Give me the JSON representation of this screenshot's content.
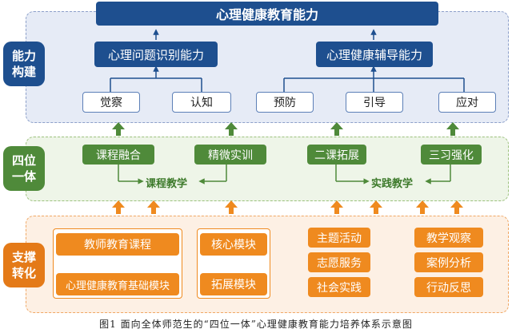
{
  "side_labels": {
    "ability_building": "能力\n构建",
    "four_in_one": "四位\n一体",
    "support_transform": "支撑\n转化"
  },
  "top": {
    "title": "心理健康教育能力",
    "mid_left": "心理问题识别能力",
    "mid_right": "心理健康辅导能力",
    "leaves": [
      "觉察",
      "认知",
      "预防",
      "引导",
      "应对"
    ]
  },
  "middle": {
    "boxes": [
      "课程融合",
      "精微实训",
      "二课拓展",
      "三习强化"
    ],
    "group_left": "课程教学",
    "group_right": "实践教学"
  },
  "bottom": {
    "teacher_course": "教师教育课程",
    "basic_module": "心理健康教育基础模块",
    "core_module": "核心模块",
    "extension_module": "拓展模块",
    "practice": [
      "主题活动",
      "志愿服务",
      "社会实践"
    ],
    "reflection": [
      "教学观察",
      "案例分析",
      "行动反思"
    ]
  },
  "caption": "图1 面向全体师范生的“四位一体”心理健康教育能力培养体系示意图",
  "colors": {
    "navy": "#1e4f8f",
    "green": "#4f8a3a",
    "orange": "#ef8a1f"
  }
}
